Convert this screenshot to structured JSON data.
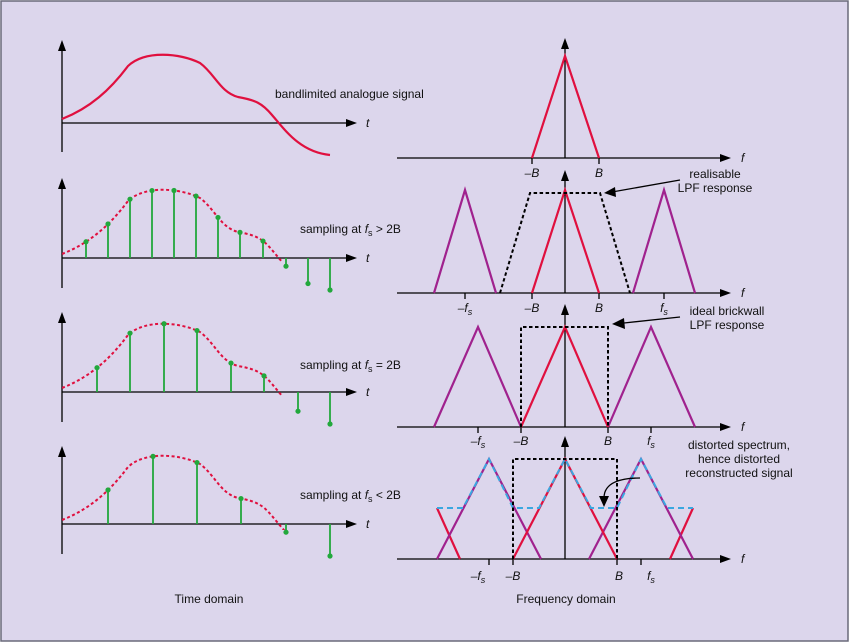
{
  "colors": {
    "background": "#dcd6ec",
    "signal": "#e0103f",
    "images": "#a0228e",
    "samples": "#22a83c",
    "aliased_overlap": "#3aa7e0",
    "filter": "#000000"
  },
  "captions": {
    "time_domain": "Time domain",
    "frequency_domain": "Frequency domain"
  },
  "axes": {
    "t": "t",
    "f": "f"
  },
  "row1": {
    "signal_label": "bandlimited analogue signal",
    "neg_b": "–B",
    "b": "B"
  },
  "row2": {
    "sampling_prefix": "sampling at ",
    "sampling_fs": "f",
    "sampling_sub": "s",
    "sampling_suffix": " > 2B",
    "neg_fs": "–f",
    "fs_sub": "s",
    "neg_b": "–B",
    "b": "B",
    "fs": "f",
    "filter_label_1": "realisable",
    "filter_label_2": "LPF response"
  },
  "row3": {
    "sampling_prefix": "sampling at ",
    "sampling_fs": "f",
    "sampling_sub": "s",
    "sampling_suffix": " = 2B",
    "neg_fs": "–f",
    "fs_sub": "s",
    "neg_b": "–B",
    "b": "B",
    "fs": "f",
    "filter_label_1": "ideal brickwall",
    "filter_label_2": "LPF response"
  },
  "row4": {
    "sampling_prefix": "sampling at ",
    "sampling_fs": "f",
    "sampling_sub": "s",
    "sampling_suffix": " < 2B",
    "neg_fs": "–f",
    "fs_sub": "s",
    "neg_b": "–B",
    "b": "B",
    "fs": "f",
    "note_1": "distorted spectrum,",
    "note_2": "hence distorted",
    "note_3": "reconstructed signal"
  }
}
